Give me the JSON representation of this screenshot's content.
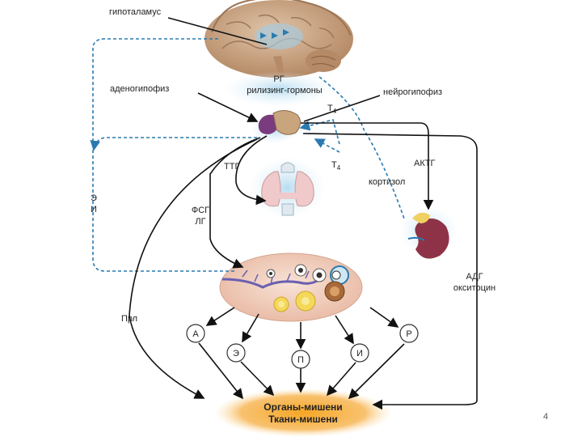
{
  "labels": {
    "hypothalamus": "гипоталамус",
    "adenohypophysis": "аденогипофиз",
    "neurohypophysis": "нейрогипофиз",
    "rg": "РГ",
    "releasing": "рилизинг-гормоны",
    "t4_top": "T",
    "t4_right": "T",
    "t4_sub": "4",
    "ttg": "ТТГ",
    "actg": "АКТГ",
    "cortisol": "кортизол",
    "e": "Э",
    "i_left": "И",
    "fsg": "ФСГ",
    "lg": "ЛГ",
    "adg": "АДГ",
    "oxytocin": "окситоцин",
    "prl": "Прл",
    "target1": "Органы-мишени",
    "target2": "Ткани-мишени",
    "page": "4"
  },
  "hormone_circles": [
    "А",
    "Э",
    "П",
    "И",
    "Р"
  ],
  "colors": {
    "arrow": "#111111",
    "dashed": "#2a7ab0",
    "glow": "#b7dcf0",
    "target_glow": "#f5a623",
    "brain": "#c9a98a",
    "pituitary_front": "#7a3b7f",
    "pituitary_back": "#c9a57e",
    "thyroid": "#f0c9cb",
    "kidney": "#8e3347",
    "ovary": "#f2d2c2"
  }
}
